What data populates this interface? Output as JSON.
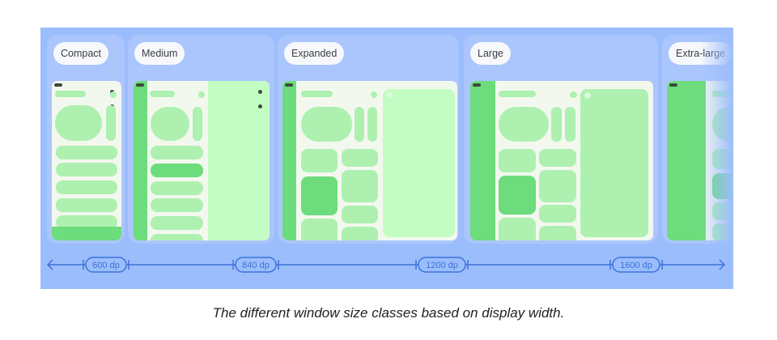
{
  "diagram": {
    "title_caption": "The different window size classes based on display width.",
    "window_classes": [
      {
        "label": "Compact",
        "layout": "phone single pane with bottom navigation bar"
      },
      {
        "label": "Medium",
        "layout": "navigation rail, list pane and detail pane"
      },
      {
        "label": "Expanded",
        "layout": "navigation rail, two-column grid and detail pane"
      },
      {
        "label": "Large",
        "layout": "navigation drawer, two-column grid and detail pane"
      },
      {
        "label": "Extra-large",
        "layout": "navigation drawer, content truncated"
      }
    ],
    "breakpoints": [
      {
        "label": "600 dp",
        "value": 600
      },
      {
        "label": "840 dp",
        "value": 840
      },
      {
        "label": "1200 dp",
        "value": 1200
      },
      {
        "label": "1600 dp",
        "value": 1600
      }
    ],
    "axis": {
      "left_arrow": true,
      "right_arrow": true
    },
    "colors": {
      "stage": "#9bbdfc",
      "panel": "#abc6fd",
      "label_pill": "#f7f8fb",
      "screen": "#f3f8ef",
      "component": "#aef0b0",
      "accent_green": "#6cdc7c",
      "detail_pane": "#c4fdc4",
      "axis_line": "#3c72d8"
    }
  }
}
